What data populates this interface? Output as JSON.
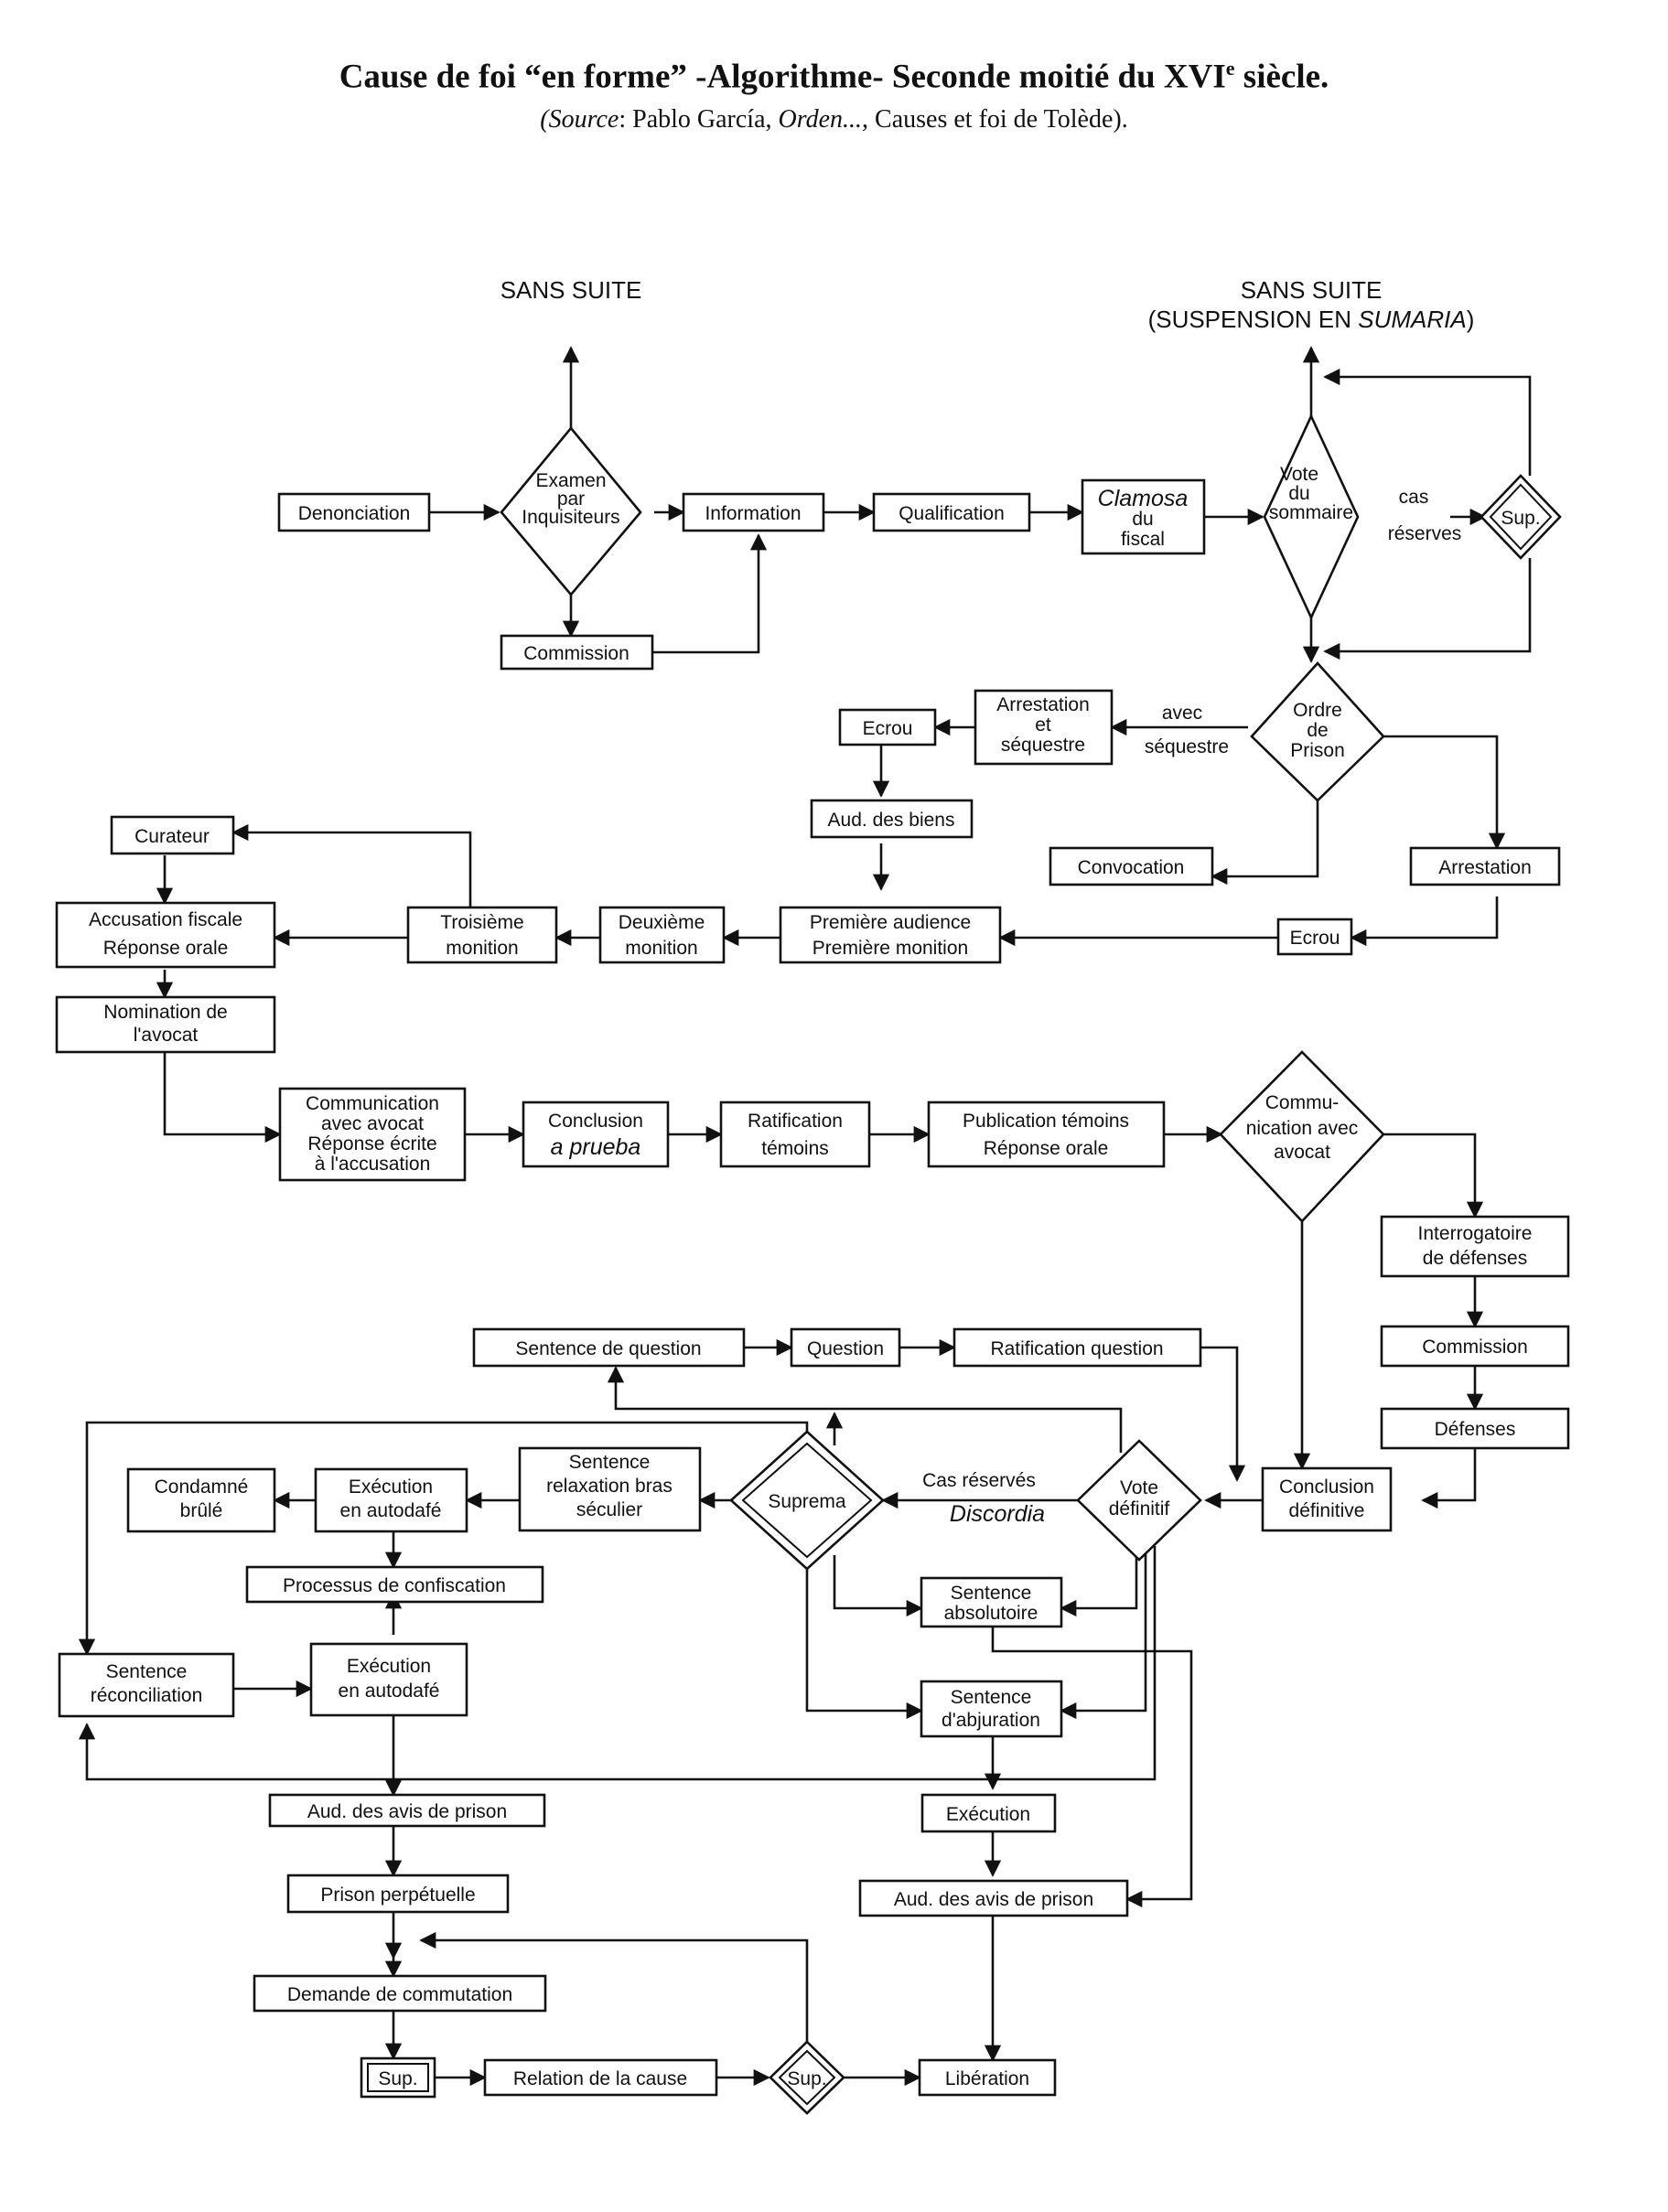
{
  "header": {
    "title_main": "Cause de foi “en forme” -Algorithme- Seconde moitié du XVI",
    "title_sup": "e",
    "title_end": " siècle.",
    "src_open": "(",
    "src_label": "Source",
    "src_mid": ": Pablo García, ",
    "src_book": "Orden...",
    "src_end": ", Causes et foi de Tolède)."
  },
  "labels": {
    "sans_suite_1": "SANS SUITE",
    "sans_suite_2": "SANS SUITE",
    "suspension_a": "(SUSPENSION EN ",
    "suspension_b": "SUMARIA",
    "suspension_c": ")",
    "cas": "cas",
    "reserves": "réserves",
    "avec": "avec",
    "sequestre": "séquestre",
    "cas_reserves": "Cas   réservés",
    "discordia": "Discordia"
  },
  "nodes": {
    "denonciation": "Denonciation",
    "examen": [
      "Examen",
      "par",
      "Inquisiteurs"
    ],
    "commission_1": "Commission",
    "information": "Information",
    "qualification": "Qualification",
    "clamosa": [
      "Clamosa",
      "du",
      "fiscal"
    ],
    "vote_sommaire": [
      "Vote",
      "du",
      "sommaire"
    ],
    "sup_1": "Sup.",
    "ordre_prison": [
      "Ordre",
      "de",
      "Prison"
    ],
    "arrestation_sequestre": [
      "Arrestation",
      "et",
      "séquestre"
    ],
    "ecrou_1": "Ecrou",
    "aud_biens": "Aud. des biens",
    "convocation": "Convocation",
    "arrestation": "Arrestation",
    "ecrou_2": "Ecrou",
    "premiere_audience": [
      "Première audience",
      "Première   monition"
    ],
    "deuxieme_monition": [
      "Deuxième",
      "monition"
    ],
    "troisieme_monition": [
      "Troisième",
      "monition"
    ],
    "curateur": "Curateur",
    "accusation": [
      "Accusation fiscale",
      "Réponse orale"
    ],
    "nomination": [
      "Nomination de",
      "l'avocat"
    ],
    "communication": [
      "Communication",
      "avec avocat",
      "Réponse écrite",
      "à  l'accusation"
    ],
    "conclusion_prueba": [
      "Conclusion",
      "a prueba"
    ],
    "ratification_temoins": [
      "Ratification",
      "témoins"
    ],
    "publication_temoins": [
      "Publication témoins",
      "Réponse orale"
    ],
    "communication_avocat": [
      "Commu-",
      "nication avec",
      "avocat"
    ],
    "interrogatoire": [
      "Interrogatoire",
      "de défenses"
    ],
    "commission_2": "Commission",
    "defenses": "Défenses",
    "conclusion_definitive": [
      "Conclusion",
      "définitive"
    ],
    "sentence_question": "Sentence  de  question",
    "question": "Question",
    "ratification_question": "Ratification  question",
    "vote_definitif": [
      "Vote",
      "définitif"
    ],
    "suprema": "Suprema",
    "sentence_relaxation": [
      "Sentence",
      "relaxation  bras",
      "séculier"
    ],
    "execution_autodafe_1": [
      "Exécution",
      "en  autodafé"
    ],
    "condamne_brule": [
      "Condamné",
      "brûlé"
    ],
    "processus_confiscation": "Processus  de  confiscation",
    "sentence_reconciliation": [
      "Sentence",
      "réconciliation"
    ],
    "execution_autodafe_2": [
      "Exécution",
      "en  autodafé"
    ],
    "sentence_absolutoire": [
      "Sentence",
      "absolutoire"
    ],
    "sentence_abjuration": [
      "Sentence",
      "d'abjuration"
    ],
    "aud_avis_prison_1": "Aud. des  avis  de  prison",
    "execution": "Exécution",
    "prison_perpetuelle": "Prison  perpétuelle",
    "aud_avis_prison_2": "Aud. des  avis  de  prison",
    "demande_commutation": "Demande  de  commutation",
    "sup_2": "Sup.",
    "relation_cause": "Relation  de  la  cause",
    "sup_3": "Sup.",
    "liberation": "Libération"
  }
}
